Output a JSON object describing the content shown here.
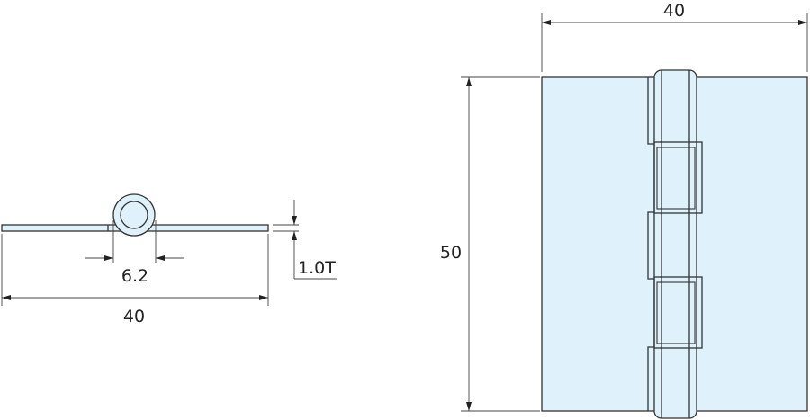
{
  "side_view": {
    "pin_dimension": "6.2",
    "width_dimension": "40",
    "thickness_dimension": "1.0T"
  },
  "front_view": {
    "width_dimension": "40",
    "height_dimension": "50"
  },
  "colors": {
    "fill": "#dff1fb",
    "line": "#333333"
  }
}
